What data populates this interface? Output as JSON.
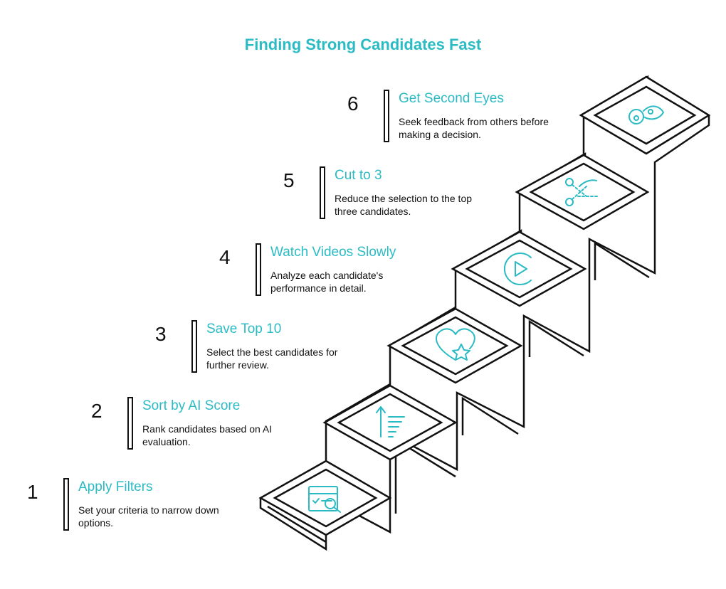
{
  "title": "Finding Strong Candidates Fast",
  "steps": [
    {
      "number": "1",
      "heading": "Apply Filters",
      "description": "Set your criteria to narrow down options.",
      "icon": "filter-search-icon"
    },
    {
      "number": "2",
      "heading": "Sort by AI Score",
      "description": "Rank candidates based on AI evaluation.",
      "icon": "sort-ascending-icon"
    },
    {
      "number": "3",
      "heading": "Save Top 10",
      "description": "Select the best candidates for further review.",
      "icon": "heart-star-icon"
    },
    {
      "number": "4",
      "heading": "Watch Videos Slowly",
      "description": "Analyze each candidate's performance in detail.",
      "icon": "play-icon"
    },
    {
      "number": "5",
      "heading": "Cut to 3",
      "description": "Reduce the selection to the top three candidates.",
      "icon": "scissors-icon"
    },
    {
      "number": "6",
      "heading": "Get Second Eyes",
      "description": "Seek feedback from others before making a decision.",
      "icon": "eyes-icon"
    }
  ],
  "colors": {
    "accent": "#2bbbc4",
    "ink": "#111111"
  }
}
